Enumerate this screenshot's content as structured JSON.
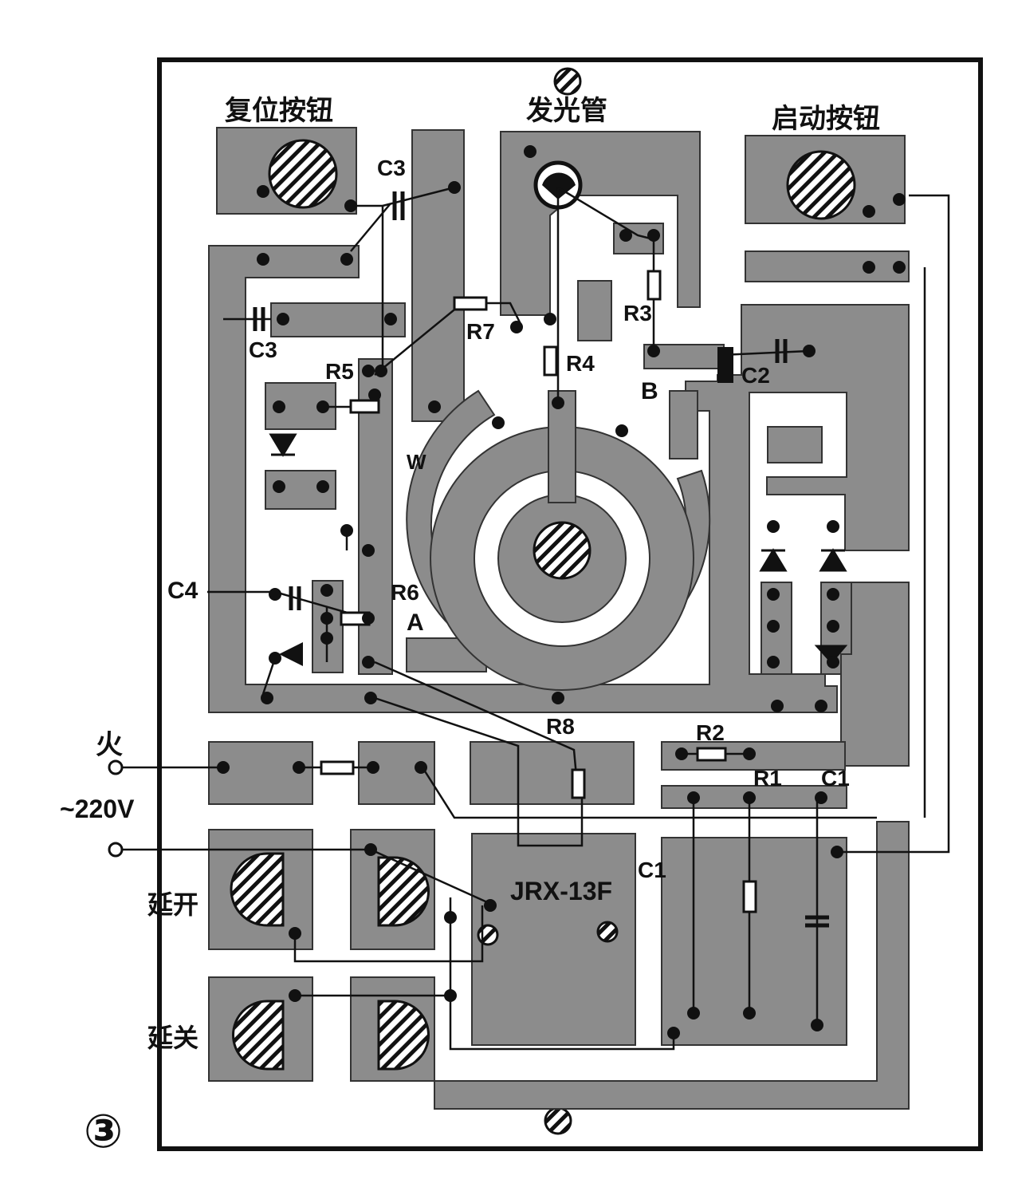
{
  "labels": {
    "reset_button": "复位按钮",
    "light_tube": "发光管",
    "start_button": "启动按钮",
    "live": "火",
    "ac_voltage": "~220V",
    "delay_on": "延开",
    "delay_off": "延关",
    "relay": "JRX-13F",
    "figure_number": "③",
    "c3_top": "C3",
    "c3_left": "C3",
    "c2": "C2",
    "c4": "C4",
    "c1_relay": "C1",
    "c1_right": "C1",
    "r1": "R1",
    "r2": "R2",
    "r3": "R3",
    "r4": "R4",
    "r5": "R5",
    "r6": "R6",
    "r7": "R7",
    "r8": "R8",
    "w": "W",
    "a": "A",
    "b": "B"
  },
  "colors": {
    "board": "#ffffff",
    "copper": "#8c8c8c",
    "ink": "#111111"
  }
}
